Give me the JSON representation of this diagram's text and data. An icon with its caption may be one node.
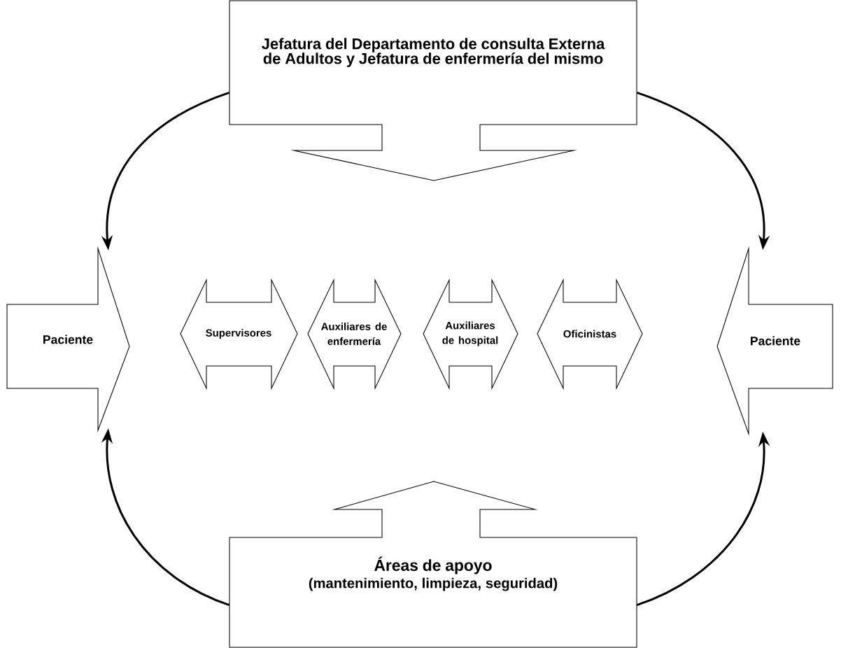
{
  "diagram": {
    "nodes": [
      {
        "text": [
          "Jefatura del Departamento de consulta Externa de Adultos y Jefatura de enfermería del mismo"
        ]
      },
      {
        "text": [
          "Paciente"
        ]
      },
      {
        "text": [
          "Supervisores"
        ]
      },
      {
        "text": [
          "Auxiliares de enfermería"
        ]
      },
      {
        "text": [
          "Auxiliares de hospital"
        ]
      },
      {
        "text": [
          "Oficinistas"
        ]
      },
      {
        "text": [
          "Paciente"
        ]
      },
      {
        "text": [
          "Áreas de apoyo",
          "(mantenimiento, limpieza, seguridad)"
        ]
      }
    ],
    "edges": [
      {
        "from": 0,
        "to": 1,
        "arrow": "to"
      },
      {
        "from": 0,
        "to": 6,
        "arrow": "to"
      },
      {
        "from": 7,
        "to": 1,
        "arrow": "to"
      },
      {
        "from": 7,
        "to": 6,
        "arrow": "to"
      }
    ]
  }
}
